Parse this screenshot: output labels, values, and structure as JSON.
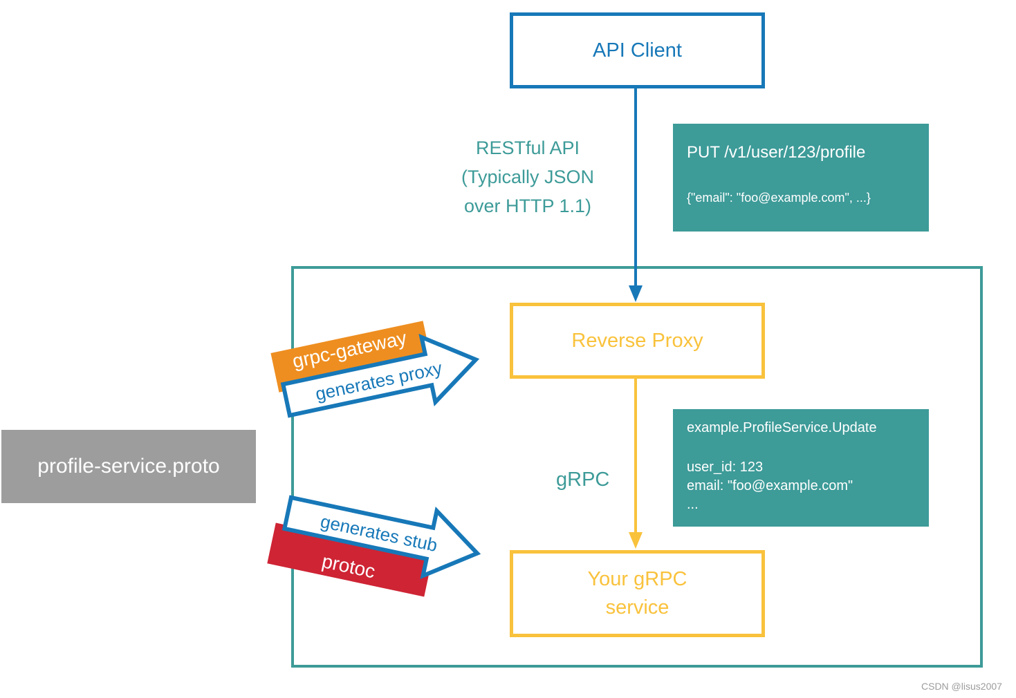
{
  "colors": {
    "blue": "#1778b8",
    "teal": "#3d9b98",
    "yellow": "#f9c23c",
    "orange": "#ee8e20",
    "red": "#ce2434",
    "gray": "#9d9d9d"
  },
  "nodes": {
    "api_client": {
      "label": "API Client"
    },
    "reverse_proxy": {
      "label": "Reverse Proxy"
    },
    "grpc_service": {
      "line1": "Your gRPC",
      "line2": "service"
    },
    "proto_file": {
      "label": "profile-service.proto"
    }
  },
  "edges": {
    "rest_api": {
      "line1": "RESTful API",
      "line2": "(Typically JSON",
      "line3": "over HTTP 1.1)"
    },
    "grpc": {
      "label": "gRPC"
    }
  },
  "notes": {
    "put_request": {
      "title": "PUT /v1/user/123/profile",
      "body": "{\"email\": \"foo@example.com\", ...}"
    },
    "grpc_request": {
      "title": "example.ProfileService.Update",
      "line1": "user_id: 123",
      "line2": "email: \"foo@example.com\"",
      "line3": "..."
    }
  },
  "generators": {
    "gateway": {
      "tool": "grpc-gateway",
      "action": "generates proxy"
    },
    "protoc": {
      "tool": "protoc",
      "action": "generates stub"
    }
  },
  "watermark": "CSDN @lisus2007"
}
